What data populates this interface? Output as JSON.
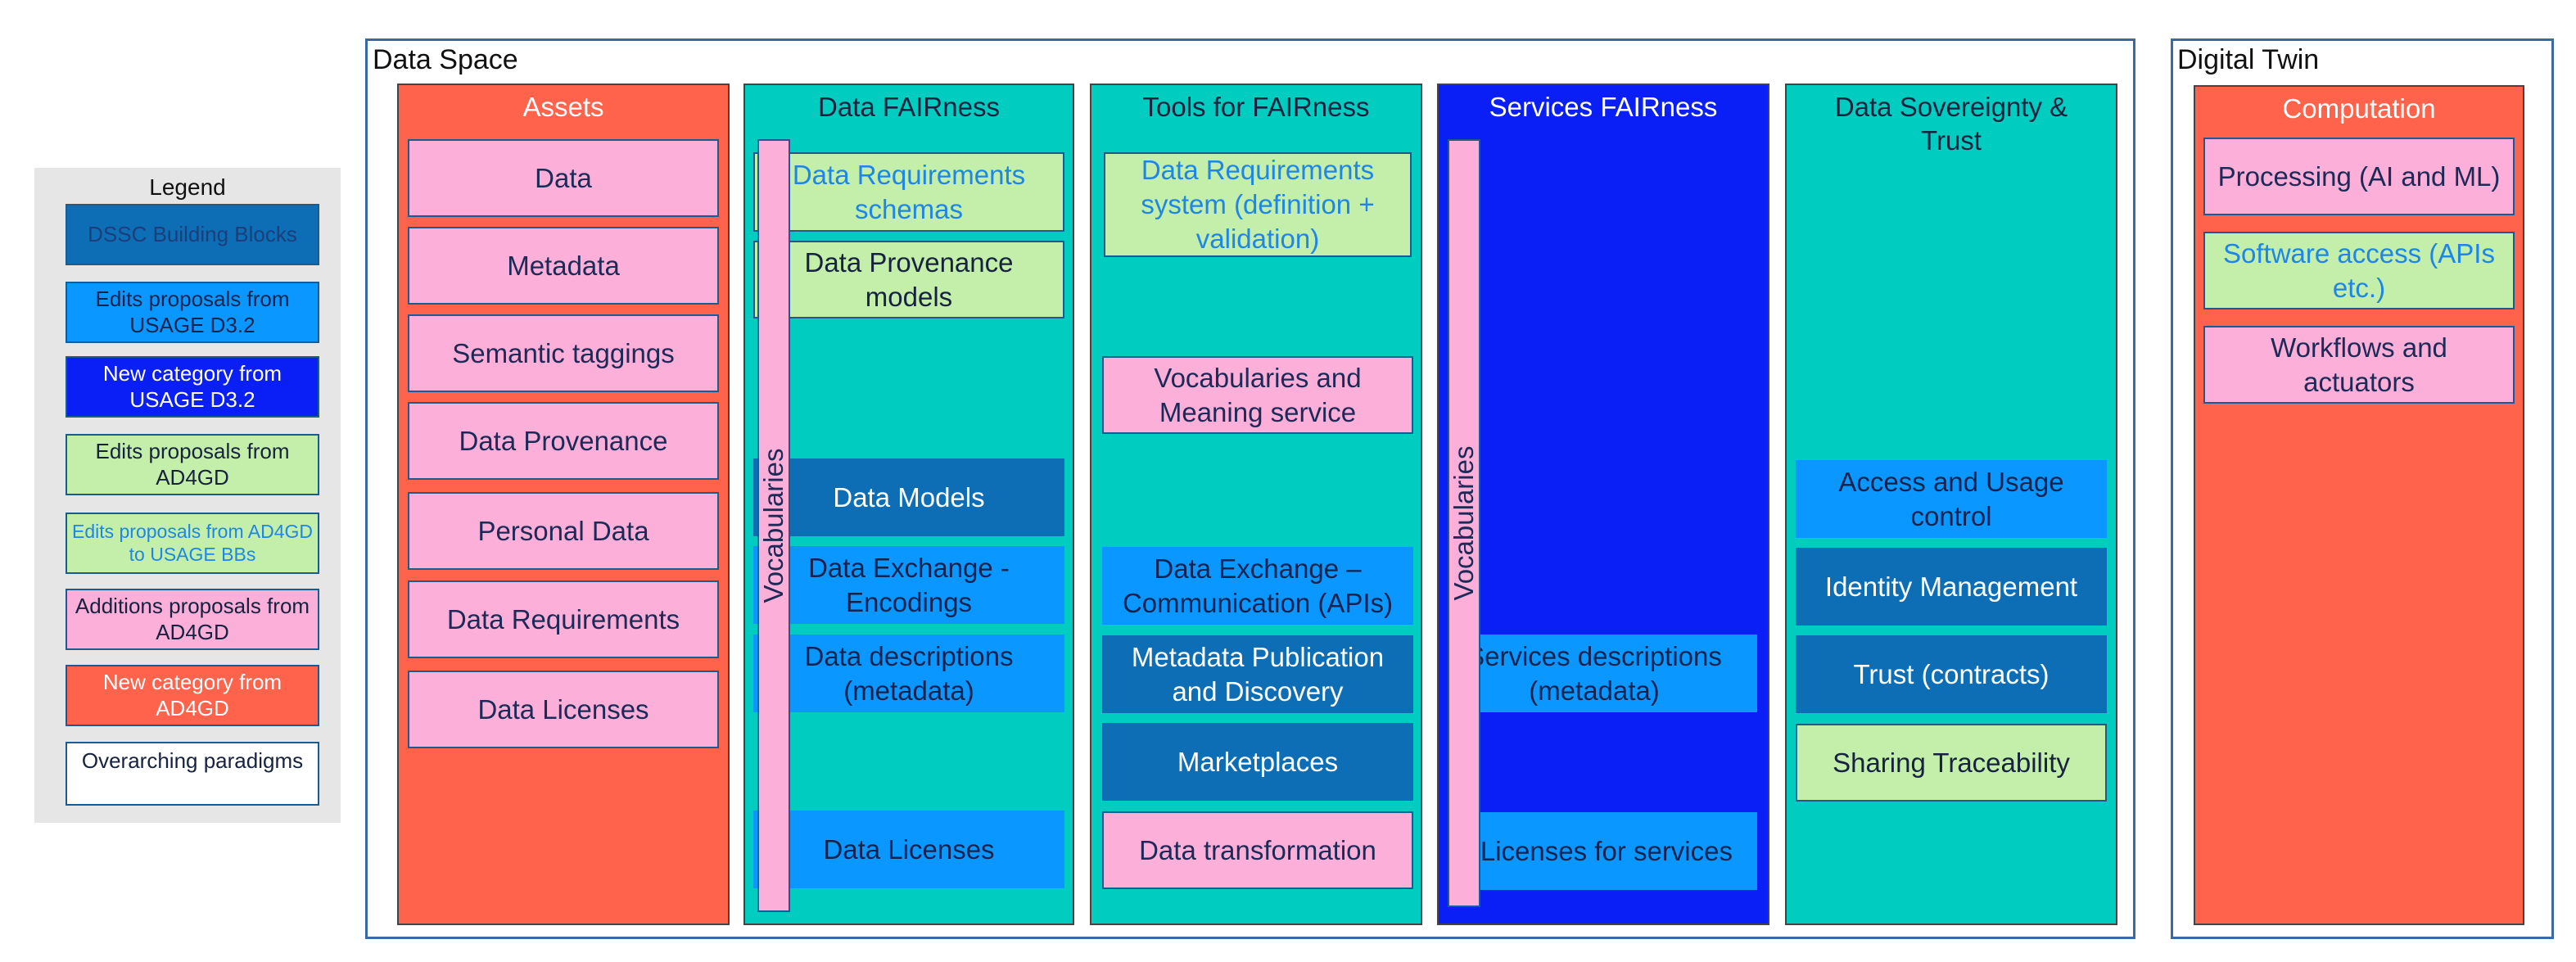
{
  "colors": {
    "frame_border": "#3b6aa0",
    "assets": "#ff634b",
    "teal": "#00ccbf",
    "services": "#0a1ff5",
    "pink": "#fcafd9",
    "light_green": "#c3efab",
    "light_blue": "#0a97ff",
    "dark_blue": "#0d6eb6"
  },
  "legend": {
    "title": "Legend",
    "items": [
      {
        "label": "DSSC Building Blocks"
      },
      {
        "label": "Edits proposals from USAGE D3.2"
      },
      {
        "label": "New category from USAGE D3.2"
      },
      {
        "label": "Edits proposals from AD4GD"
      },
      {
        "label": "Edits proposals from AD4GD to USAGE BBs"
      },
      {
        "label": "Additions proposals from AD4GD"
      },
      {
        "label": "New category from AD4GD"
      },
      {
        "label": "Overarching paradigms"
      }
    ]
  },
  "data_space": {
    "title": "Data Space",
    "assets": {
      "heading": "Assets",
      "items": [
        "Data",
        "Metadata",
        "Semantic taggings",
        "Data Provenance",
        "Personal Data",
        "Data Requirements",
        "Data Licenses"
      ]
    },
    "data_fairness": {
      "heading": "Data FAIRness",
      "vocab": "Vocabularies",
      "items": [
        "Data Requirements schemas",
        "Data Provenance models",
        "Data Models",
        "Data Exchange - Encodings",
        "Data descriptions (metadata)",
        "Data Licenses"
      ]
    },
    "tools_fairness": {
      "heading": "Tools for FAIRness",
      "items": [
        "Data Requirements system (definition + validation)",
        "Vocabularies and Meaning service",
        "Data Exchange – Communication (APIs)",
        "Metadata Publication and Discovery",
        "Marketplaces",
        "Data transformation"
      ]
    },
    "services_fairness": {
      "heading": "Services FAIRness",
      "vocab": "Vocabularies",
      "items": [
        "Services descriptions (metadata)",
        "Licenses for services"
      ]
    },
    "sovereignty": {
      "heading": "Data Sovereignty & Trust",
      "items": [
        "Access and Usage control",
        "Identity Management",
        "Trust (contracts)",
        "Sharing Traceability"
      ]
    }
  },
  "digital_twin": {
    "title": "Digital Twin",
    "computation": {
      "heading": "Computation",
      "items": [
        "Processing (AI and ML)",
        "Software access (APIs etc.)",
        "Workflows and actuators"
      ]
    }
  }
}
